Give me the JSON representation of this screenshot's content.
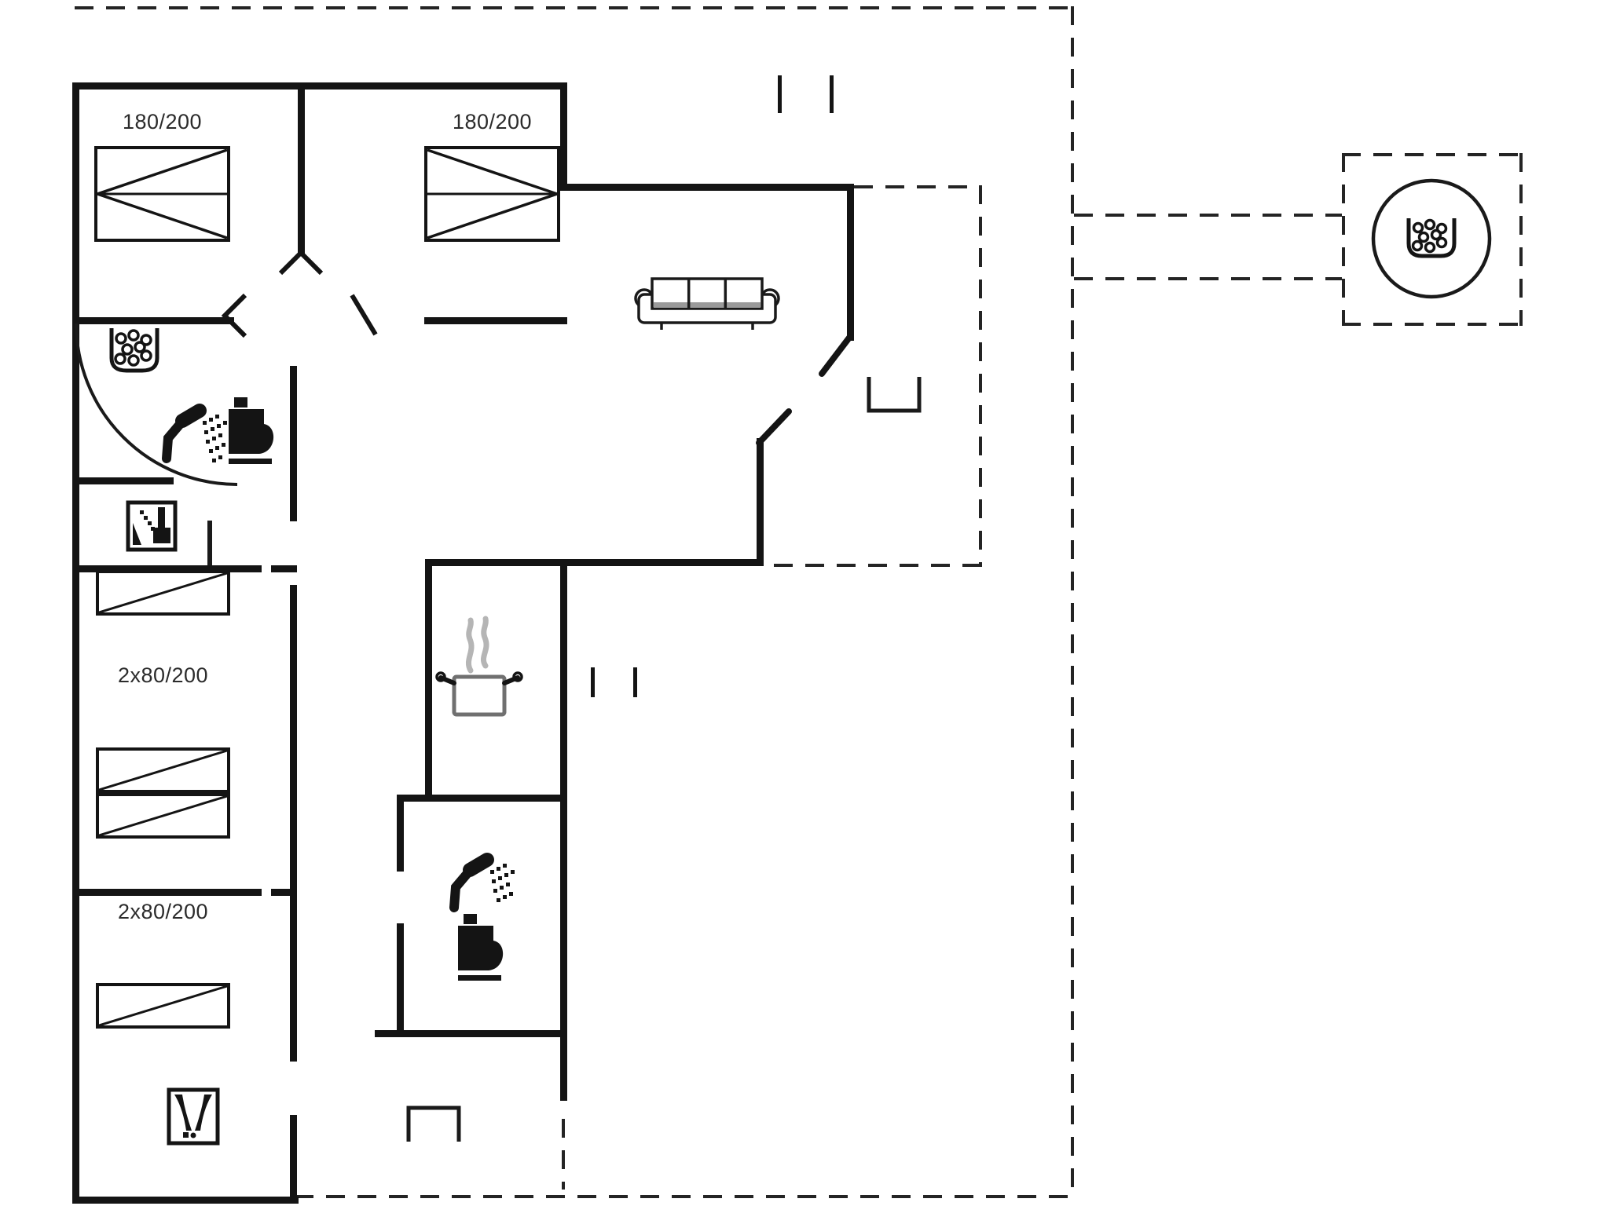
{
  "plan": {
    "type": "holiday-home floor plan with terrace and outdoor hot tub",
    "wall_color": "#141414",
    "dash_color": "#242424",
    "background": "#ffffff",
    "labels": {
      "bed_double_1": "180/200",
      "bed_double_2": "180/200",
      "bunk_room_1": "2x80/200",
      "bunk_room_2": "2x80/200"
    },
    "symbols": [
      "double-bed",
      "bunk-bed",
      "sofa",
      "cooking-pot-stove",
      "shower",
      "toilet",
      "whirlpool-tub",
      "washing-machine",
      "boots-entrance",
      "outdoor-hot-tub",
      "door-swing-arc",
      "door-chevron",
      "patio-door-leaf",
      "terrace-dashed-outline",
      "step-marker"
    ]
  }
}
